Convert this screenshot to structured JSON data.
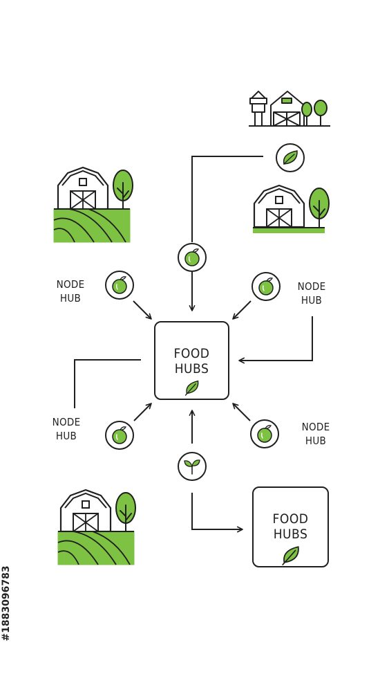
{
  "central_hub": {
    "line1": "FOOD",
    "line2": "HUBS"
  },
  "secondary_hub": {
    "line1": "FOOD",
    "line2": "HUBS"
  },
  "node_hubs": [
    {
      "line1": "NODE",
      "line2": "HUB"
    },
    {
      "line1": "NODE",
      "line2": "HUB"
    },
    {
      "line1": "NODE",
      "line2": "HUB"
    },
    {
      "line1": "NODE",
      "line2": "HUB"
    }
  ],
  "watermark": "#1883096783",
  "colors": {
    "accent": "#7dc242",
    "line": "#1f1f1f",
    "background": "#ffffff"
  },
  "icons": [
    "barn-field-icon",
    "farm-silo-icon",
    "barn-icon",
    "apple-icon",
    "leaf-icon",
    "sprout-icon"
  ]
}
